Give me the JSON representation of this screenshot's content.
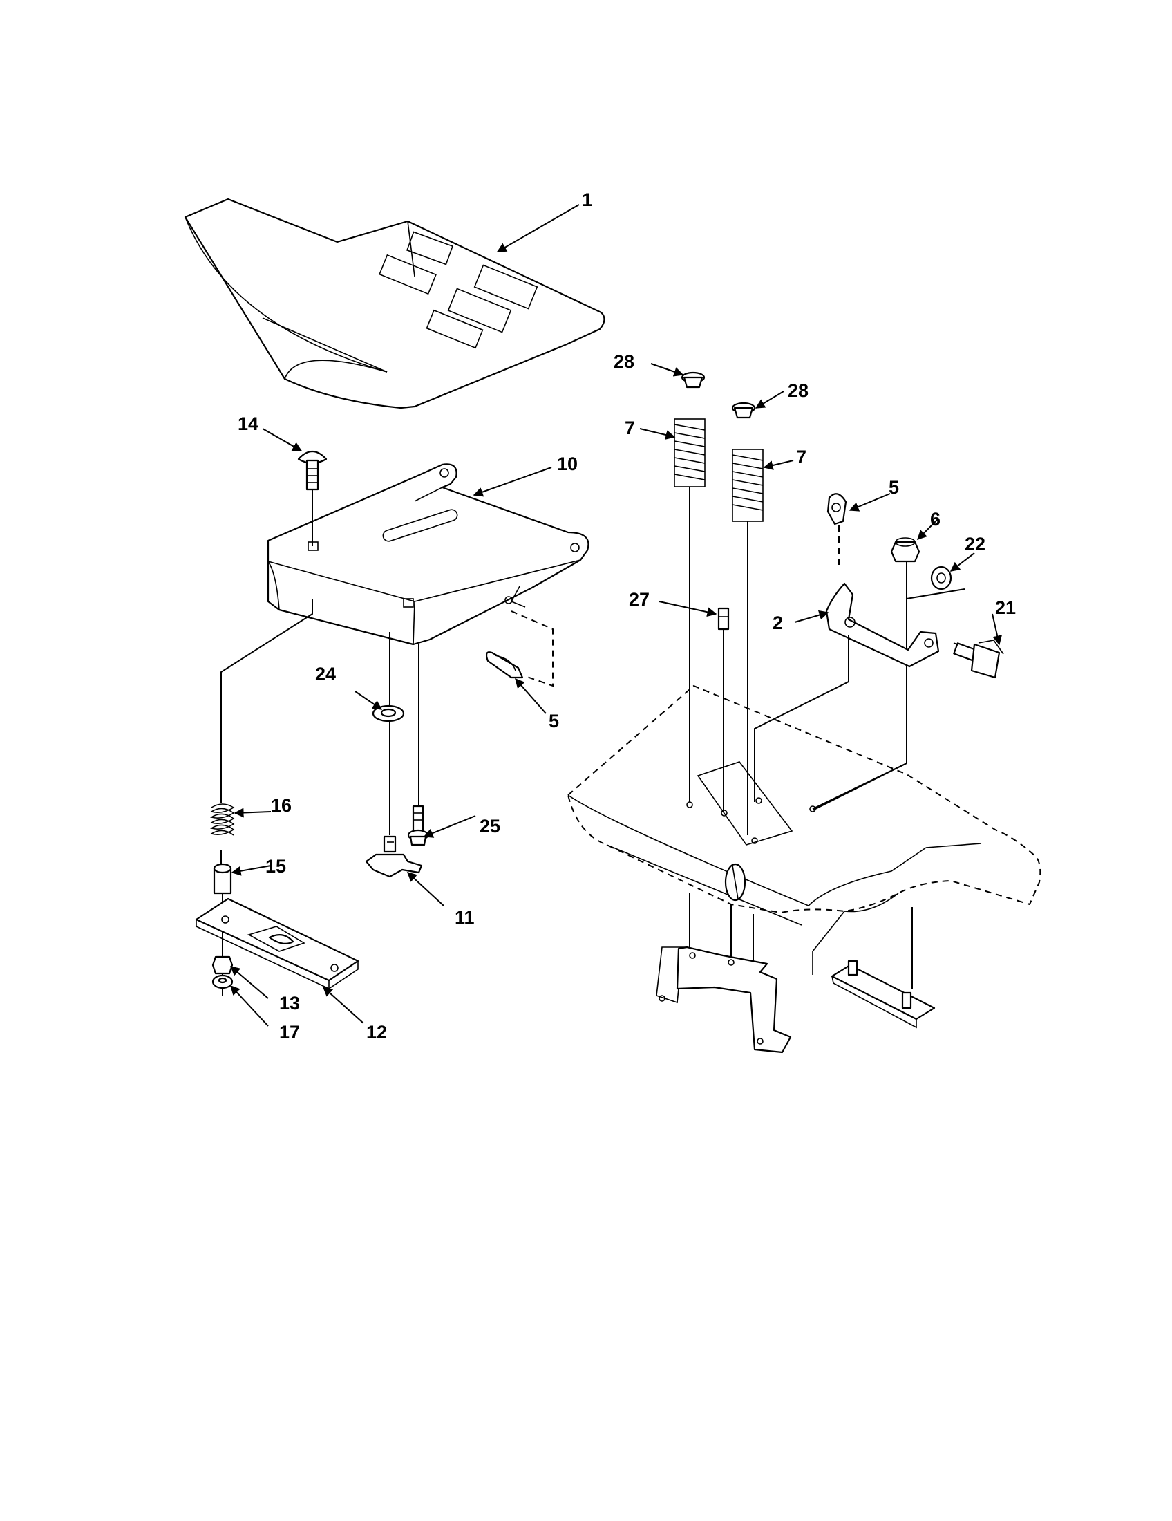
{
  "callouts": {
    "c1": "1",
    "c2": "2",
    "c5a": "5",
    "c5b": "5",
    "c6": "6",
    "c7a": "7",
    "c7b": "7",
    "c10": "10",
    "c11": "11",
    "c12": "12",
    "c13": "13",
    "c14": "14",
    "c15": "15",
    "c16": "16",
    "c17": "17",
    "c21": "21",
    "c22": "22",
    "c24": "24",
    "c25": "25",
    "c27": "27",
    "c28a": "28",
    "c28b": "28"
  }
}
